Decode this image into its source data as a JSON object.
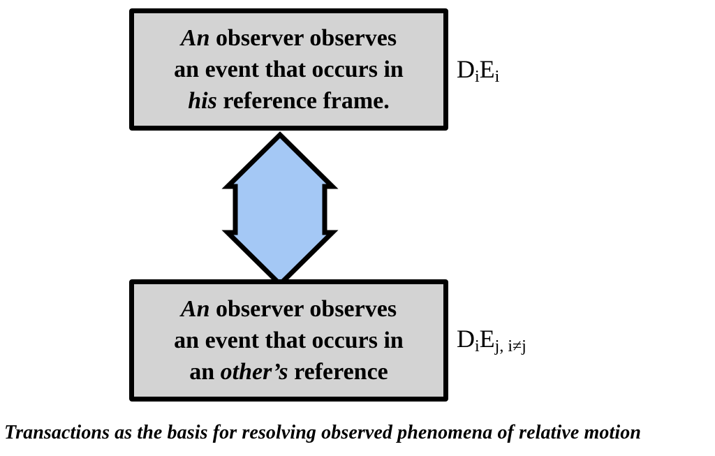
{
  "diagram": {
    "top_box": {
      "line1_italic": "An",
      "line1_rest": " observer observes",
      "line2": "an event that occurs in",
      "line3_italic": "his",
      "line3_rest": " reference frame."
    },
    "top_label": {
      "base1": "D",
      "sub1": "i",
      "base2": "E",
      "sub2": "i"
    },
    "bottom_box": {
      "line1_italic": "An",
      "line1_rest": " observer observes",
      "line2": "an event that occurs in",
      "line3_pre": "an ",
      "line3_italic": "other’s",
      "line3_rest": " reference"
    },
    "bottom_label": {
      "base1": "D",
      "sub1": "i",
      "base2": "E",
      "sub2": "j, i≠j"
    },
    "arrow": {
      "icon": "double-headed-vertical-arrow-icon",
      "fill": "#a4c8f5",
      "stroke": "#000000"
    },
    "box_fill": "#d3d3d3",
    "caption": "Transactions as the basis for resolving observed phenomena of relative motion"
  }
}
